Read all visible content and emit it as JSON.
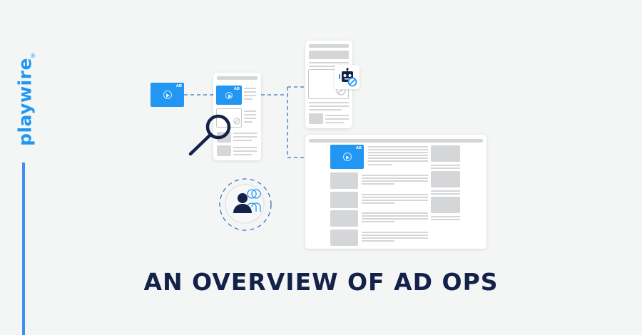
{
  "brand": {
    "logo_text": "playwire",
    "registered_mark": "®",
    "color": "#2196f3"
  },
  "illustration": {
    "source_ad": {
      "label": "AD",
      "icon": "play-icon"
    },
    "mobile_page": {
      "ad_label": "AD",
      "icons": [
        "play-icon",
        "blocked-icon"
      ]
    },
    "blocked_page": {
      "icons": [
        "robot-icon",
        "blocked-icon"
      ]
    },
    "desktop_page": {
      "ad_label": "AD",
      "header_label": "AD",
      "icon": "play-icon"
    },
    "magnifier_icon": "magnifier-icon",
    "audience_icon": "users-icon",
    "colors": {
      "accent": "#2196f3",
      "navy": "#14224a",
      "gray": "#d5d6d8",
      "background": "#f4f6f6"
    }
  },
  "headline": "AN OVERVIEW OF AD OPS"
}
